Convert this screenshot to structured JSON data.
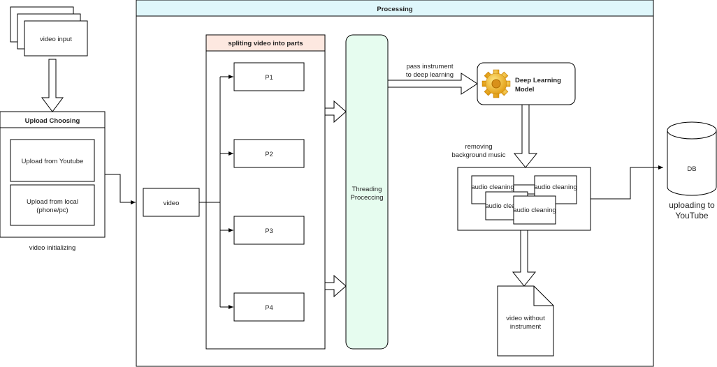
{
  "video_input": {
    "label": "video input"
  },
  "upload": {
    "title": "Upload Choosing",
    "options": [
      "Upload from Youtube",
      "Upload from local",
      "(phone/pc)"
    ],
    "caption": "video initializing"
  },
  "processing": {
    "title": "Processing",
    "header_color": "#dff7fb",
    "video_label": "video",
    "split": {
      "title": "spliting video into parts",
      "header_color": "#fde8e0",
      "parts": [
        "P1",
        "P2",
        "P3",
        "P4"
      ]
    },
    "threading": {
      "lines": [
        "Threading",
        "Proceccing"
      ],
      "color": "#e6fcef"
    },
    "pass_label": [
      "pass instrument",
      "to deep learning"
    ],
    "model": {
      "lines": [
        "Deep Learning",
        "Model"
      ],
      "icon": "gear-icon"
    },
    "removing_label": [
      "removing",
      "background music"
    ],
    "audio_cleaning": [
      "audio cleaning",
      "audio cleaning",
      "audio cleaning",
      "audio cleaning"
    ],
    "output_doc": [
      "video without",
      "instrument"
    ]
  },
  "db": {
    "label": "DB",
    "caption": [
      "uploading to",
      "YouTube"
    ]
  }
}
